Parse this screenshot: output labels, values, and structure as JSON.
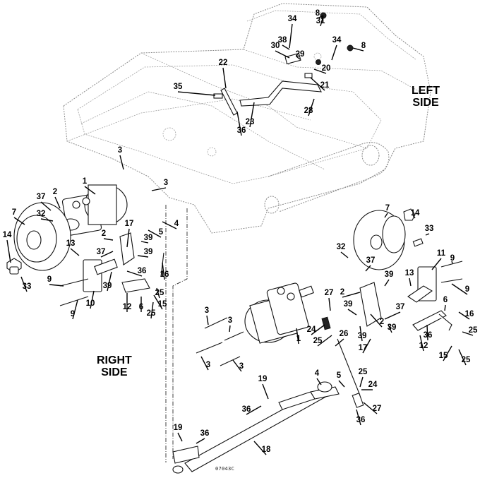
{
  "diagram": {
    "type": "exploded-parts-illustration",
    "side_labels": {
      "left": [
        "LEFT",
        "SIDE"
      ],
      "right": [
        "RIGHT",
        "SIDE"
      ]
    },
    "figure_code": "07043C",
    "callouts": {
      "top_assembly": [
        "8",
        "31",
        "34",
        "38",
        "29",
        "30",
        "8",
        "34",
        "20",
        "21",
        "22",
        "35",
        "28",
        "23",
        "36"
      ],
      "right_side_motor": [
        "3",
        "1",
        "3",
        "37",
        "2",
        "32",
        "7",
        "14",
        "33",
        "4",
        "5",
        "2",
        "17",
        "39",
        "13",
        "37",
        "39",
        "36",
        "16",
        "9",
        "10",
        "39",
        "12",
        "6",
        "25",
        "15",
        "25",
        "9"
      ],
      "left_side_motor": [
        "7",
        "14",
        "33",
        "32",
        "9",
        "11",
        "37",
        "2",
        "39",
        "13",
        "9",
        "27",
        "39",
        "2",
        "37",
        "39",
        "6",
        "16",
        "36",
        "12",
        "25",
        "15",
        "25",
        "17",
        "39",
        "1",
        "24",
        "25",
        "26",
        "3",
        "3",
        "3",
        "3"
      ],
      "lever_assembly": [
        "4",
        "5",
        "25",
        "24",
        "27",
        "36",
        "19",
        "36",
        "19",
        "36",
        "18"
      ]
    },
    "part_numbers_shown": [
      "1",
      "2",
      "3",
      "4",
      "5",
      "6",
      "7",
      "8",
      "9",
      "10",
      "11",
      "12",
      "13",
      "14",
      "15",
      "16",
      "17",
      "18",
      "19",
      "20",
      "21",
      "22",
      "23",
      "24",
      "25",
      "26",
      "27",
      "28",
      "29",
      "30",
      "31",
      "32",
      "33",
      "34",
      "35",
      "36",
      "37",
      "38",
      "39"
    ]
  }
}
